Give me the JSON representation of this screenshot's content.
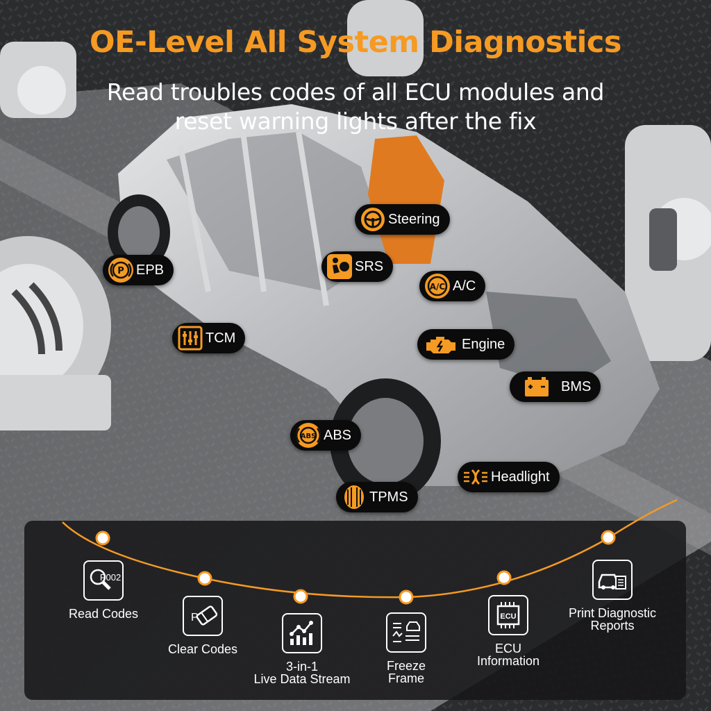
{
  "colors": {
    "accent": "#f59a23",
    "pill_bg": "#0b0b0b",
    "text": "#ffffff",
    "panel_bg": "#161618"
  },
  "header": {
    "title": "OE-Level All System Diagnostics",
    "subtitle_line1": "Read troubles codes of all ECU modules and",
    "subtitle_line2": "reset warning lights after the fix"
  },
  "modules": [
    {
      "label": "Steering",
      "icon": "steering-wheel-icon"
    },
    {
      "label": "EPB",
      "icon": "parking-brake-icon"
    },
    {
      "label": "SRS",
      "icon": "airbag-icon"
    },
    {
      "label": "A/C",
      "icon": "ac-icon"
    },
    {
      "label": "TCM",
      "icon": "transmission-icon"
    },
    {
      "label": "Engine",
      "icon": "engine-icon"
    },
    {
      "label": "BMS",
      "icon": "battery-icon"
    },
    {
      "label": "ABS",
      "icon": "abs-icon"
    },
    {
      "label": "Headlight",
      "icon": "headlight-icon"
    },
    {
      "label": "TPMS",
      "icon": "tire-pressure-icon"
    }
  ],
  "features": [
    {
      "label_line1": "Read Codes",
      "label_line2": "",
      "icon": "read-codes-icon",
      "icon_text": "P002"
    },
    {
      "label_line1": "Clear Codes",
      "label_line2": "",
      "icon": "eraser-icon",
      "icon_text": "P"
    },
    {
      "label_line1": "3-in-1",
      "label_line2": "Live Data Stream",
      "icon": "live-data-chart-icon",
      "icon_text": ""
    },
    {
      "label_line1": "Freeze",
      "label_line2": "Frame",
      "icon": "freeze-frame-icon",
      "icon_text": ""
    },
    {
      "label_line1": "ECU",
      "label_line2": "Information",
      "icon": "ecu-chip-icon",
      "icon_text": "ECU"
    },
    {
      "label_line1": "Print Diagnostic",
      "label_line2": "Reports",
      "icon": "car-report-icon",
      "icon_text": ""
    }
  ]
}
